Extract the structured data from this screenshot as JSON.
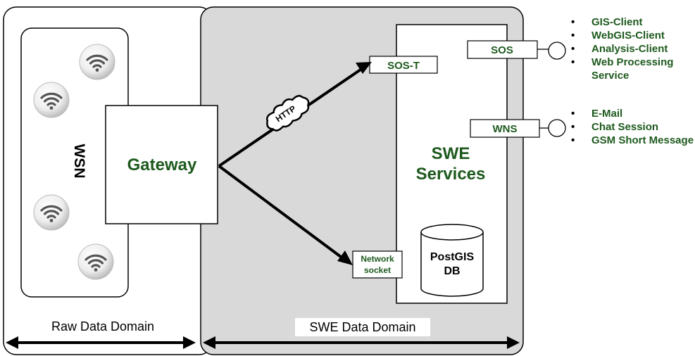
{
  "domains": {
    "raw_label": "Raw Data Domain",
    "swe_label": "SWE Data Domain"
  },
  "wsn": {
    "label": "WSN",
    "sensor_icon": "wifi-signal-icon",
    "sensor_count": 4
  },
  "gateway": {
    "label": "Gateway"
  },
  "protocol": {
    "http_label": "HTTP"
  },
  "swe_services": {
    "line1": "SWE",
    "line2": "Services",
    "sos_t_label": "SOS-T",
    "sos_label": "SOS",
    "wns_label": "WNS",
    "network_socket_line1": "Network",
    "network_socket_line2": "socket",
    "db_line1": "PostGIS",
    "db_line2": "DB"
  },
  "sos_clients": [
    "GIS-Client",
    "WebGIS-Client",
    "Analysis-Client",
    "Web Processing Service"
  ],
  "wns_clients": [
    "E-Mail",
    "Chat Session",
    "GSM Short Message"
  ],
  "colors": {
    "label_green": "#1e5a1e",
    "swe_domain_fill": "#d9d9d9",
    "outline": "#000000"
  }
}
